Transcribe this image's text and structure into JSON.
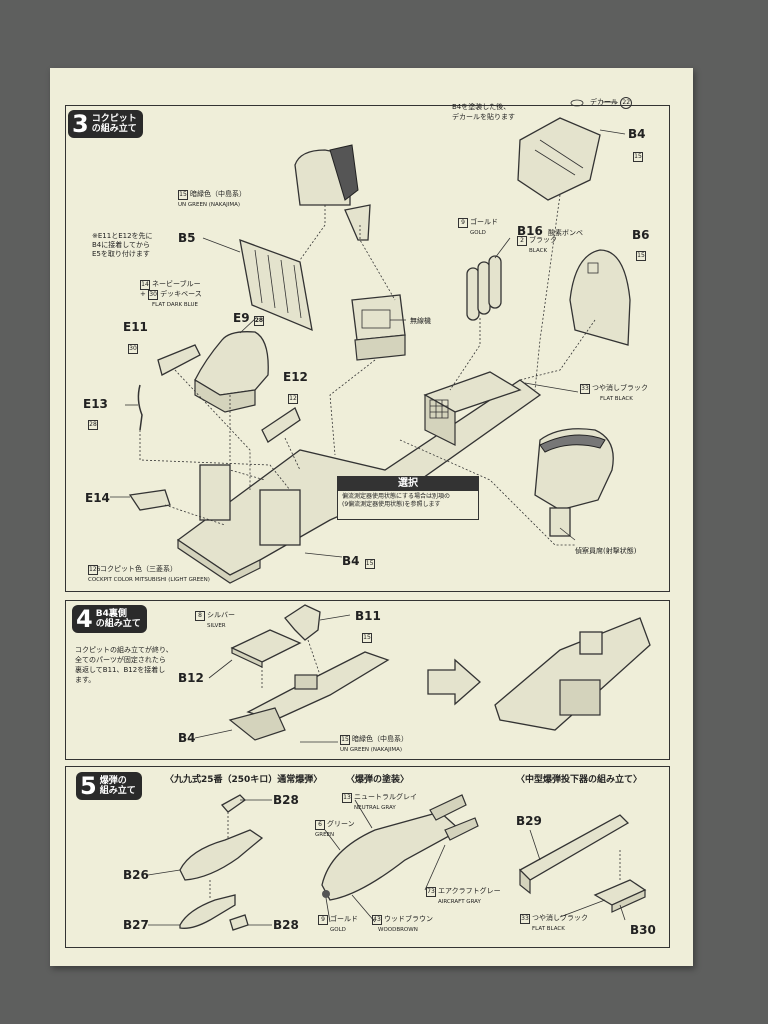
{
  "step3": {
    "num": "3",
    "title": "コクピット\nの組み立て",
    "note_e11": "※E11とE12を先に\nB4に接着してから\nE5を取り付けます",
    "decal_note": "B4を塗装した後、\nデカールを貼ります",
    "decal_label": "デカール",
    "decal_num": "22",
    "labels": {
      "b4": "B4",
      "b4_code": "15",
      "b5": "B5",
      "b6": "B6",
      "b6_code": "15",
      "b16": "B16",
      "b16_jp": "酸素ボンベ",
      "e9": "E9",
      "e9_code": "28",
      "e11": "E11",
      "e11_code": "30",
      "e12": "E12",
      "e12_code": "12",
      "e13": "E13",
      "e13_code": "28",
      "e14": "E14",
      "b4_bottom": "B4",
      "b4_bottom_code": "15",
      "radio": "無線機",
      "observer": "偵察員席(射撃状態)"
    },
    "colors": {
      "un_green_code": "15",
      "un_green_jp": "暗緑色（中島系）",
      "un_green_en": "UN GREEN (NAKAJIMA)",
      "gold_code": "9",
      "gold_jp": "ゴールド",
      "gold_en": "GOLD",
      "black_code": "2",
      "black_jp": "ブラック",
      "black_en": "BLACK",
      "navy_code1": "14",
      "navy_code2": "30",
      "navy_jp1": "ネービーブルー",
      "navy_jp2": "デッキベース",
      "navy_en": "FLAT DARK BLUE",
      "flat_black_code": "33",
      "flat_black_jp": "つや消しブラック",
      "flat_black_en": "FLAT BLACK",
      "cockpit_code": "126",
      "cockpit_jp": "コクピット色（三菱系）",
      "cockpit_en": "COCKPIT COLOR MITSUBISHI (LIGHT GREEN)"
    },
    "select": {
      "title": "選択",
      "body": "偏流測定器使用状態にする場合は別項の\n(9偏流測定器使用状態)を参照します"
    }
  },
  "step4": {
    "num": "4",
    "title": "B4裏側\nの組み立て",
    "note": "コクピットの組み立てが終り、\n全てのパーツが固定されたら\n裏返してB11、B12を接着し\nます。",
    "labels": {
      "b11": "B11",
      "b11_code": "15",
      "b12": "B12",
      "b4": "B4"
    },
    "silver_code": "8",
    "silver_jp": "シルバー",
    "silver_en": "SILVER",
    "un_green_code": "15",
    "un_green_jp": "暗緑色（中島系）",
    "un_green_en": "UN GREEN (NAKAJIMA)"
  },
  "step5": {
    "num": "5",
    "title": "爆弾の\n組み立て",
    "sub1": "〈九九式25番（250キロ）通常爆弾〉",
    "sub2": "〈爆弾の塗装〉",
    "sub3": "〈中型爆弾投下器の組み立て〉",
    "labels": {
      "b28a": "B28",
      "b26": "B26",
      "b27": "B27",
      "b28b": "B28",
      "b29": "B29",
      "b30": "B30"
    },
    "paint": {
      "neutral_code": "13",
      "neutral_jp": "ニュートラルグレイ",
      "neutral_en": "NEUTRAL GRAY",
      "green_code": "6",
      "green_jp": "グリーン",
      "green_en": "GREEN",
      "aircraft_code": "73",
      "aircraft_jp": "エアクラフトグレー",
      "aircraft_en": "AIRCRAFT GRAY",
      "gold_code": "9",
      "gold_jp": "ゴールド",
      "gold_en": "GOLD",
      "wood_code": "43",
      "wood_jp": "ウッドブラウン",
      "wood_en": "WOODBROWN",
      "flat_black_code": "33",
      "flat_black_jp": "つや消しブラック",
      "flat_black_en": "FLAT BLACK"
    }
  }
}
